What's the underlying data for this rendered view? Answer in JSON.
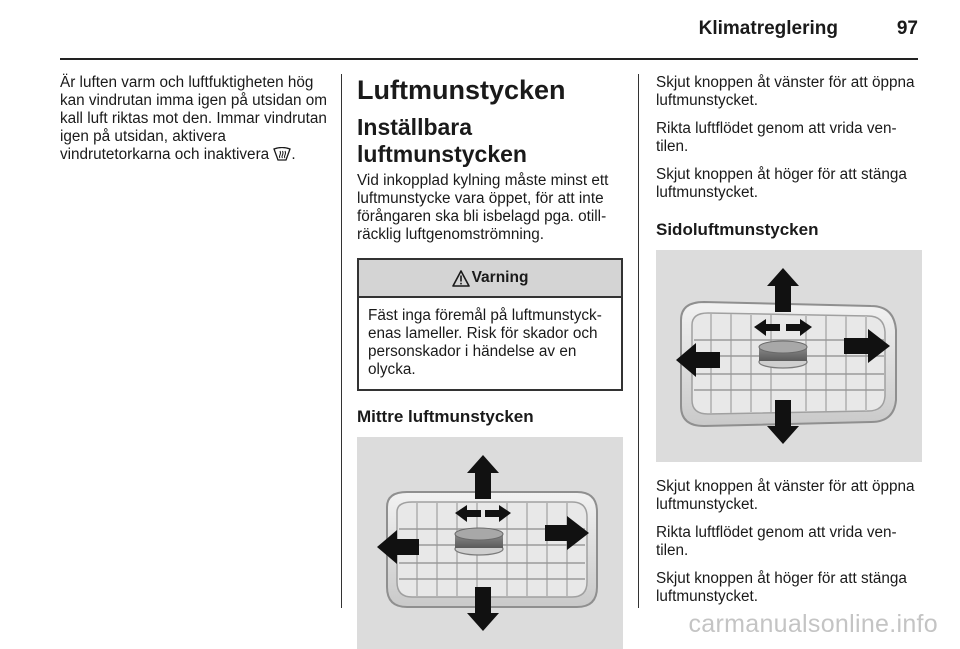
{
  "header": {
    "title": "Klimatreglering",
    "page_number": "97"
  },
  "column1": {
    "paragraph": "Är luften varm och luftfuktigheten hög kan vindrutan imma igen på utsidan om kall luft riktas mot den. Immar vindrutan igen på utsidan, aktivera vindrutetorkarna och inaktivera",
    "paragraph_end": ".",
    "inline_icon": "windshield-defrost-icon"
  },
  "column2": {
    "heading": "Luftmunstycken",
    "subheading": "Inställbara luftmunstycken",
    "intro": "Vid inkopplad kylning måste minst ett luftmunstycke vara öppet, för att inte förångaren ska bli isbelagd pga. otill­räcklig luftgenomströmning.",
    "warning": {
      "icon": "warning-triangle-icon",
      "title": "Varning",
      "text": "Fäst inga föremål på luftmunstyck­enas lameller. Risk för skador och personskador i händelse av en olycka."
    },
    "section_heading": "Mittre luftmunstycken"
  },
  "column3": {
    "center_paragraphs": [
      "Skjut knoppen åt vänster för att öppna luftmunstycket.",
      "Rikta luftflödet genom att vrida ven­tilen.",
      "Skjut knoppen åt höger för att stänga luftmunstycket."
    ],
    "section_heading": "Sidoluftmunstycken",
    "side_paragraphs": [
      "Skjut knoppen åt vänster för att öppna luftmunstycket.",
      "Rikta luftflödet genom att vrida ven­tilen.",
      "Skjut knoppen åt höger för att stänga luftmunstycket."
    ]
  },
  "watermark": "carmanualsonline.info",
  "colors": {
    "figure_background": "#dcdcdc",
    "warning_header": "#d4d4d4",
    "text": "#1a1a1a"
  }
}
